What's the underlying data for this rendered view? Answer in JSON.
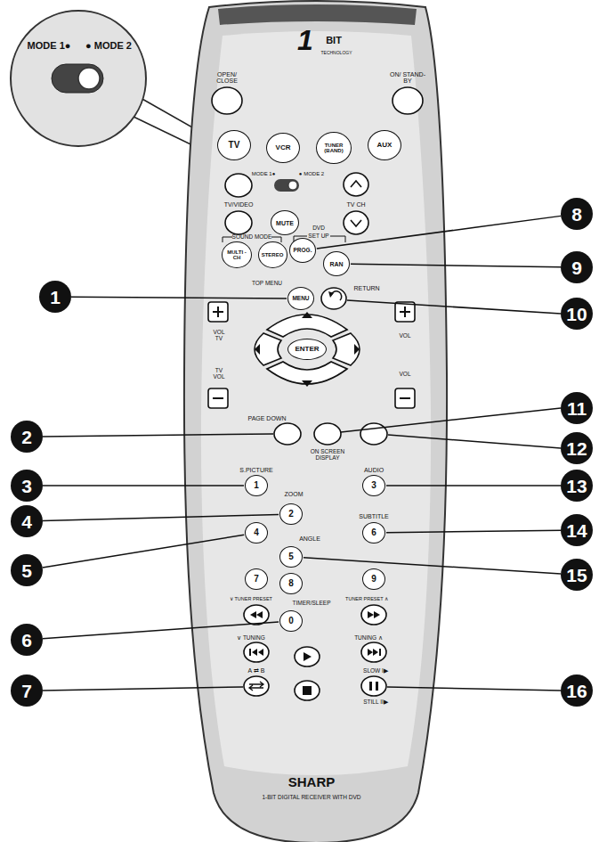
{
  "diagram": {
    "nodes": [
      {
        "text": [
          "TV"
        ]
      },
      {
        "text": [
          "VCR"
        ]
      },
      {
        "text": [
          "TUNER (BAND)"
        ]
      },
      {
        "text": [
          "AUX"
        ]
      },
      {
        "text": [
          "MUTE"
        ]
      },
      {
        "text": [
          "MULTI -CH"
        ]
      },
      {
        "text": [
          "STEREO"
        ]
      },
      {
        "text": [
          "PROG."
        ]
      },
      {
        "text": [
          "RAN"
        ]
      },
      {
        "text": [
          "MENU"
        ]
      },
      {
        "text": [
          "ENTER"
        ]
      },
      {
        "text": [
          "1"
        ]
      },
      {
        "text": [
          "2"
        ]
      },
      {
        "text": [
          "3"
        ]
      },
      {
        "text": [
          "4"
        ]
      },
      {
        "text": [
          "5"
        ]
      },
      {
        "text": [
          "6"
        ]
      },
      {
        "text": [
          "7"
        ]
      },
      {
        "text": [
          "8"
        ]
      },
      {
        "text": [
          "9"
        ]
      },
      {
        "text": [
          "0"
        ]
      },
      {
        "text": [
          "1"
        ]
      },
      {
        "text": [
          "2"
        ]
      },
      {
        "text": [
          "3"
        ]
      },
      {
        "text": [
          "4"
        ]
      },
      {
        "text": [
          "5"
        ]
      },
      {
        "text": [
          "6"
        ]
      },
      {
        "text": [
          "7"
        ]
      },
      {
        "text": [
          "8"
        ]
      },
      {
        "text": [
          "9"
        ]
      },
      {
        "text": [
          "10"
        ]
      },
      {
        "text": [
          "11"
        ]
      },
      {
        "text": [
          "12"
        ]
      },
      {
        "text": [
          "13"
        ]
      },
      {
        "text": [
          "14"
        ]
      },
      {
        "text": [
          "15"
        ]
      },
      {
        "text": [
          "16"
        ]
      }
    ],
    "edges": [
      {
        "from": 21,
        "to": 9,
        "arrow": "none"
      },
      {
        "from": 23,
        "to": 11,
        "arrow": "none"
      },
      {
        "from": 24,
        "to": 12,
        "arrow": "none"
      },
      {
        "from": 25,
        "to": 14,
        "arrow": "none"
      },
      {
        "from": 26,
        "to": 20,
        "arrow": "none"
      },
      {
        "from": 28,
        "to": 7,
        "arrow": "none"
      },
      {
        "from": 29,
        "to": 8,
        "arrow": "none"
      },
      {
        "from": 33,
        "to": 13,
        "arrow": "none"
      },
      {
        "from": 34,
        "to": 16,
        "arrow": "none"
      },
      {
        "from": 35,
        "to": 15,
        "arrow": "none"
      }
    ],
    "labels": [
      "MODE 1●",
      "● MODE 2",
      "1",
      "BIT",
      "TECHNOLOGY",
      "OPEN/ CLOSE",
      "ON/ STAND-BY",
      "MODE 1●",
      "● MODE 2",
      "TV/VIDEO",
      "TV CH",
      "SOUND MODE",
      "DVD",
      "SET UP",
      "TOP MENU",
      "RETURN",
      "VOL TV",
      "TV VOL",
      "VOL",
      "VOL",
      "PAGE DOWN",
      "ON SCREEN DISPLAY",
      "S.PICTURE",
      "ZOOM",
      "AUDIO",
      "ANGLE",
      "SUBTITLE",
      "∨ TUNER PRESET",
      "TUNER PRESET ∧",
      "TIMER/SLEEP",
      "∨ TUNING",
      "TUNING ∧",
      "A ⇄ B",
      "SLOW I▶",
      "STILL II▶",
      "SHARP",
      "1-BIT DIGITAL RECEIVER WITH DVD"
    ]
  }
}
